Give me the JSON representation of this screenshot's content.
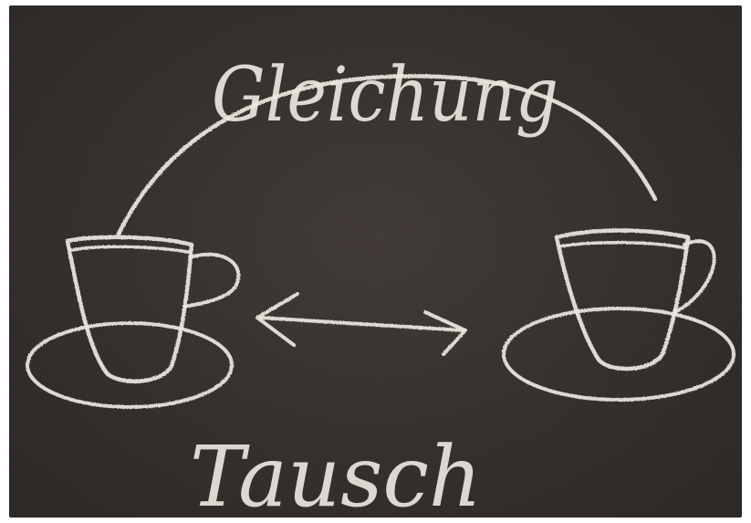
{
  "scene": {
    "board_color": "#2e2826",
    "chalk_color": "#ece6df",
    "top_word": "Gleichung",
    "bottom_word": "Tausch",
    "left_object": "cup-on-saucer",
    "right_object": "cup-on-saucer",
    "arrow": "double-headed-horizontal"
  }
}
